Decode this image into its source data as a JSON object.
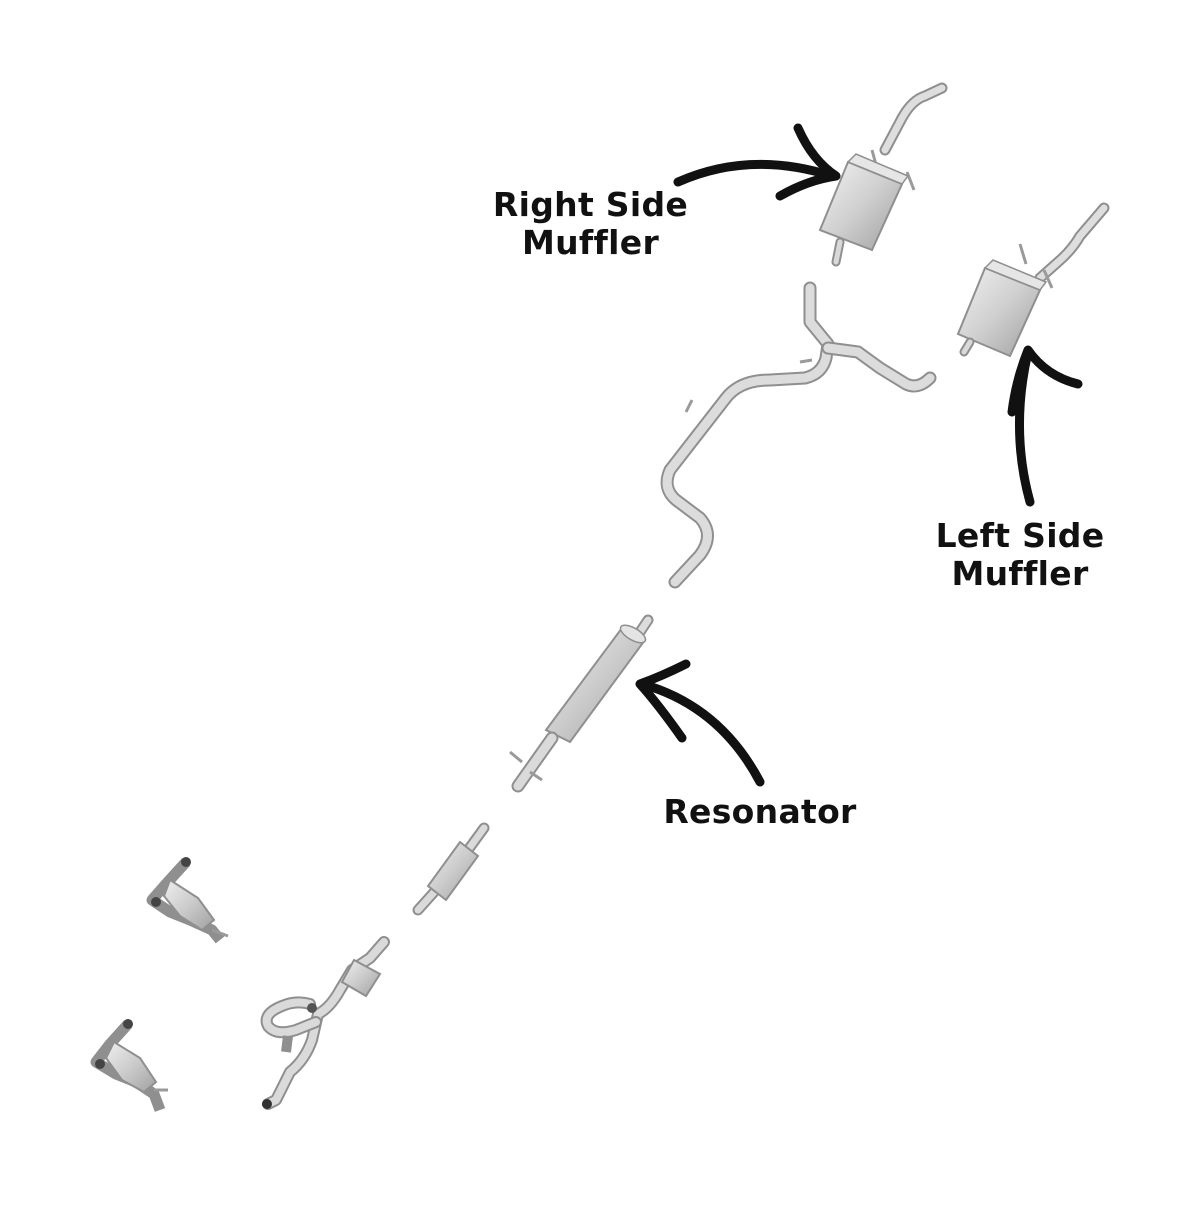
{
  "labels": {
    "right_side_muffler": [
      "Right Side",
      "Muffler"
    ],
    "left_side_muffler": [
      "Left Side",
      "Muffler"
    ],
    "resonator": "Resonator"
  },
  "colors": {
    "background": "#ffffff",
    "pipe_fill": "#d6d6d6",
    "pipe_stroke": "#8f8f8f",
    "arrow": "#111111",
    "text": "#111111"
  }
}
